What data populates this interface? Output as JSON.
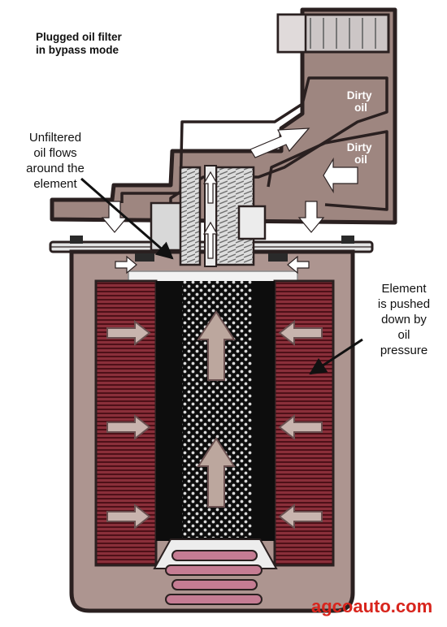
{
  "title_lines": [
    "Plugged oil filter",
    "in bypass mode"
  ],
  "callouts": {
    "unfiltered": [
      "Unfiltered",
      "oil flows",
      "around the",
      "element"
    ],
    "element": [
      "Element",
      "is pushed",
      "down by",
      "oil",
      "pressure"
    ]
  },
  "ports": {
    "upper": [
      "Dirty",
      "oil"
    ],
    "lower": [
      "Dirty",
      "oil"
    ]
  },
  "brand": "agcoauto.com",
  "colors": {
    "housing": "#9e8680",
    "housing_light": "#ad9590",
    "outline": "#2a2020",
    "element_red": "#8a2f3a",
    "element_dark": "#4e1018",
    "spring": "#c57c93",
    "brand_red": "#d8251d"
  }
}
